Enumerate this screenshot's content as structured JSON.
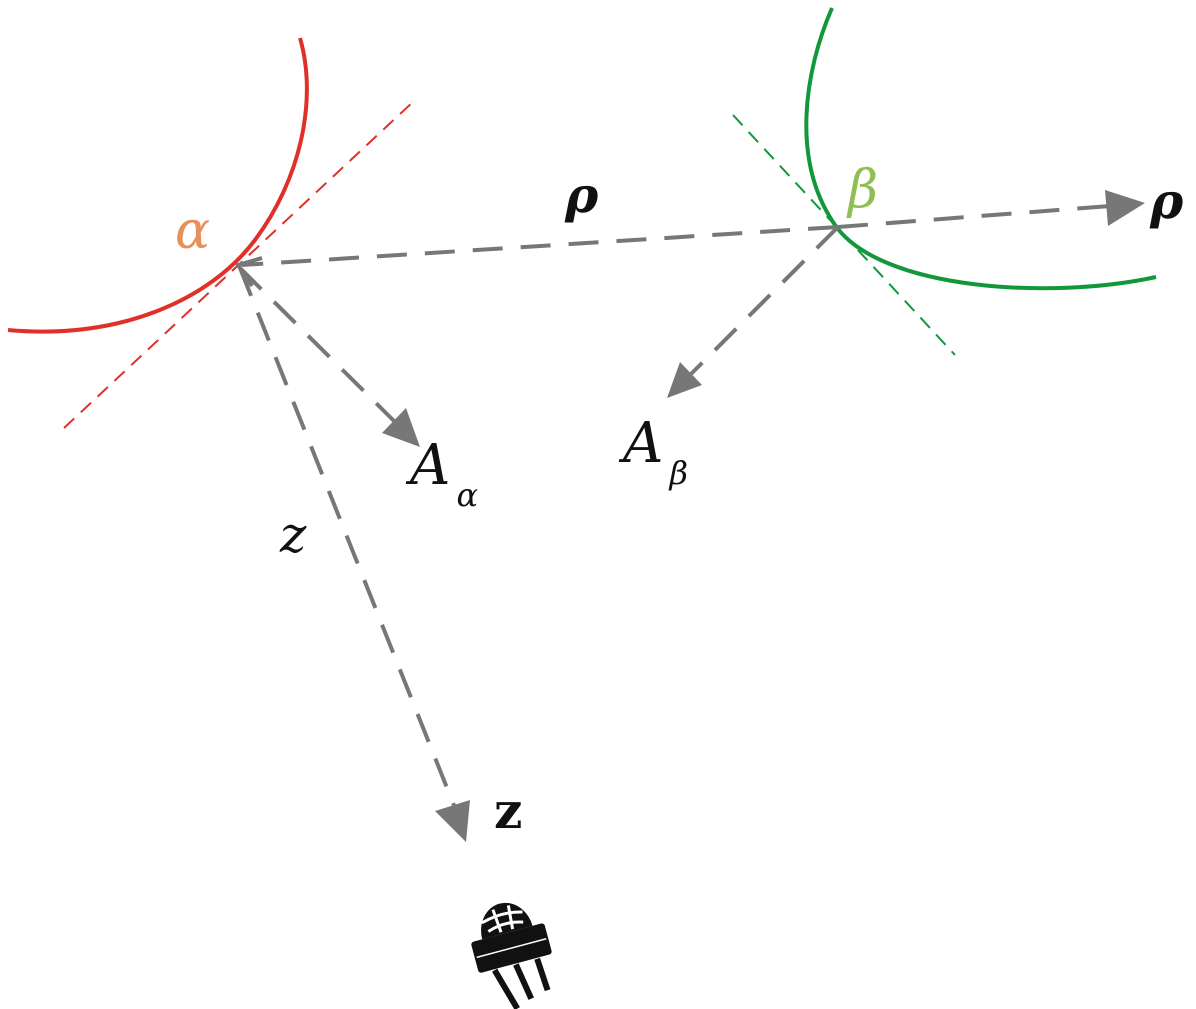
{
  "labels": {
    "alpha": "α",
    "beta": "β",
    "rho_mid": "ρ",
    "rho_axis": "ρ",
    "A": "A",
    "A_alpha_sub": "α",
    "A_beta_sub": "β",
    "z_mid": "z",
    "z_axis": "z"
  },
  "colors": {
    "curve_alpha": "#e0302a",
    "curve_beta": "#12983a",
    "label_alpha": "#e8905a",
    "label_beta": "#8fbf50",
    "arrow": "#777777",
    "text": "#111111"
  },
  "icons": {
    "sensor": "pir-sensor-icon"
  }
}
